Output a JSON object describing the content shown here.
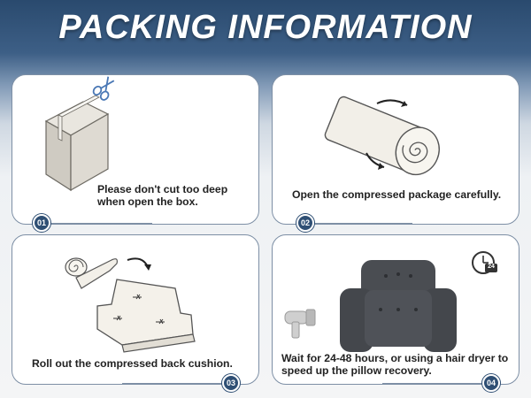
{
  "header": {
    "title": "PACKING INFORMATION"
  },
  "steps": [
    {
      "badge": "01",
      "caption_line1": "Please don't cut too deep",
      "caption_line2": "when open the box.",
      "icon": "box-with-scissors-icon"
    },
    {
      "badge": "02",
      "caption_line1": "Open the compressed package carefully.",
      "caption_line2": "",
      "icon": "rolled-cushion-icon"
    },
    {
      "badge": "03",
      "caption_line1": "Roll out the compressed back cushion.",
      "caption_line2": "",
      "icon": "unroll-cushion-icon"
    },
    {
      "badge": "04",
      "caption_line1": "Wait for 24-48 hours, or using a hair dryer to",
      "caption_line2": "speed up the pillow recovery.",
      "icon": "pillow-recovery-icon",
      "timer_label": "24"
    }
  ],
  "colors": {
    "header": "#2a4a6e",
    "badge": "#2f4f74",
    "border": "#7d8fa5",
    "pillow": "#4a4d52"
  }
}
